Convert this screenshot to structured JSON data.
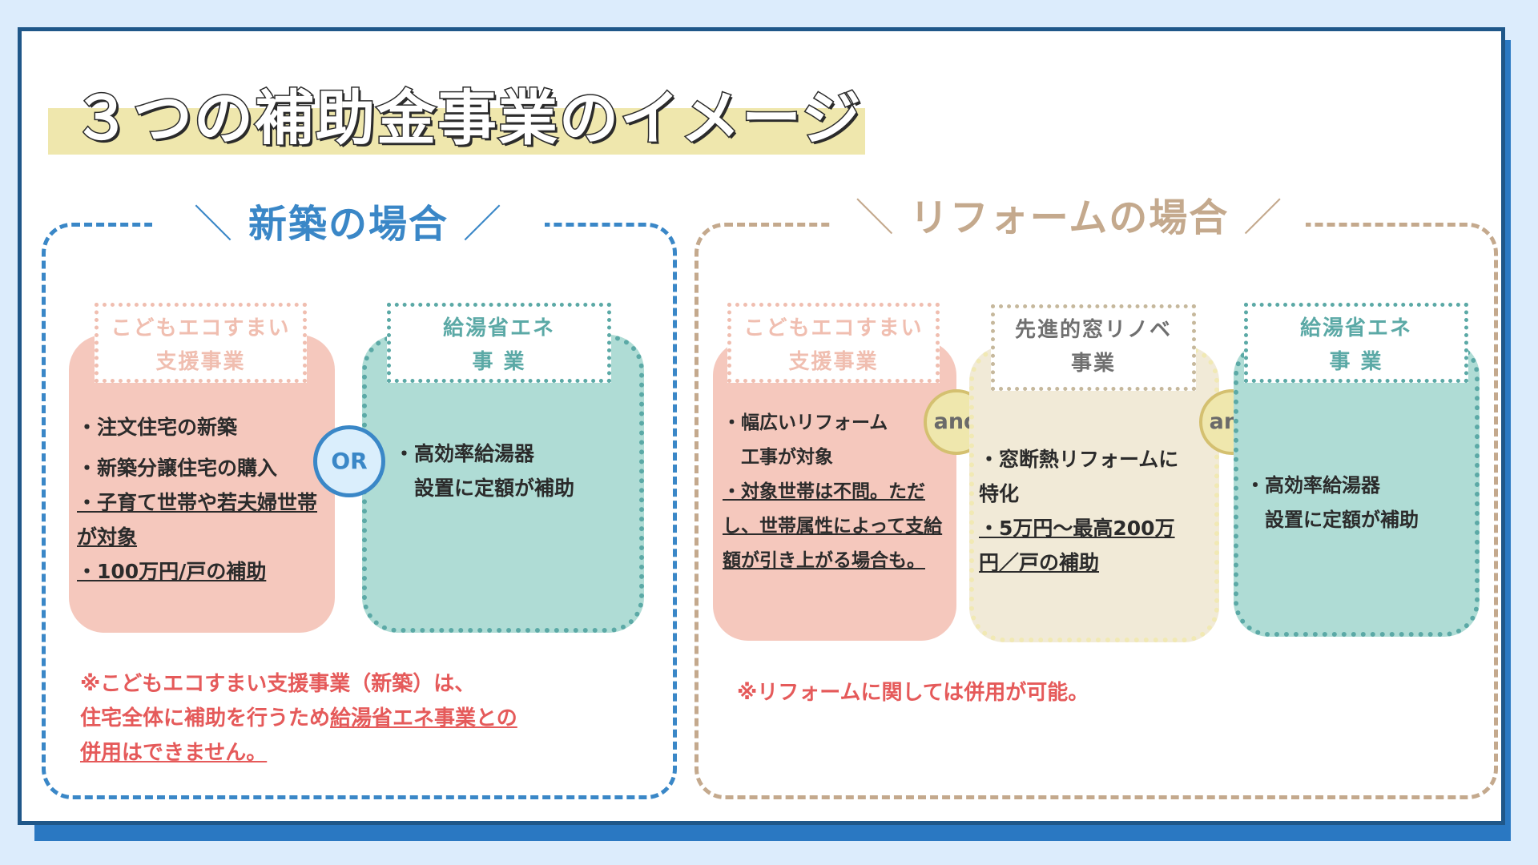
{
  "title": "３つの補助金事業のイメージ",
  "new_build": {
    "heading": "新築の場合",
    "slash_left": "＼",
    "slash_right": "／",
    "kodomo": {
      "label_line1": "こどもエコすまい",
      "label_line2": "支援事業",
      "lines": [
        "・注文住宅の新築",
        "・新築分譲住宅の購入",
        "・子育て世帯や若夫婦世帯",
        "が対象",
        "・100万円/戸の補助"
      ]
    },
    "or_label": "OR",
    "kyuto": {
      "label_line1": "給湯省エネ",
      "label_line2": "事 業",
      "lines": [
        "・高効率給湯器",
        "　設置に定額が補助"
      ]
    },
    "note_lines": [
      "※こどもエコすまい支援事業（新築）は、",
      "住宅全体に補助を行うため",
      "給湯省エネ事業との",
      "併用はできません。"
    ]
  },
  "reform": {
    "heading": "リフォームの場合",
    "slash_left": "＼",
    "slash_right": "／",
    "kodomo": {
      "label_line1": "こどもエコすまい",
      "label_line2": "支援事業",
      "lines": [
        "・幅広いリフォーム",
        "　工事が対象",
        "・対象世帯は不問。ただ",
        "し、世帯属性によって支給",
        "額が引き上がる場合も。"
      ]
    },
    "and_label_1": "and",
    "mado": {
      "label_line1": "先進的窓リノベ",
      "label_line2": "事業",
      "lines": [
        "・窓断熱リフォームに",
        "特化",
        "・5万円〜最高200万",
        "円／戸の補助"
      ]
    },
    "and_label_2": "and",
    "kyuto": {
      "label_line1": "給湯省エネ",
      "label_line2": "事 業",
      "lines": [
        "・高効率給湯器",
        "　設置に定額が補助"
      ]
    },
    "note": "※リフォームに関しては併用が可能。"
  },
  "colors": {
    "blue": "#3a87c7",
    "beige": "#c4a98d",
    "pink": "#f5c8bd",
    "teal": "#afdcd5",
    "cream": "#f1ead7",
    "yellow_highlight": "#efe7ad",
    "note_red": "#e55a5a"
  }
}
